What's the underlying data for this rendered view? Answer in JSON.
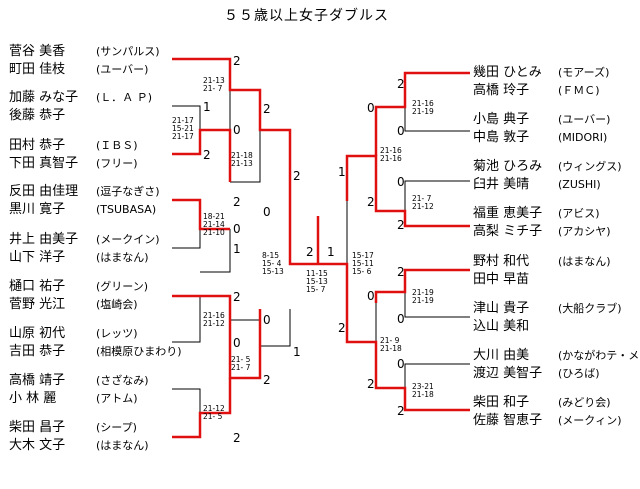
{
  "title": "５５歳以上女子ダブルス",
  "left_pairs": [
    {
      "p1": "菅谷 美香",
      "c1": "(サンパルス)",
      "p2": "町田 佳枝",
      "c2": "(ユーバー)"
    },
    {
      "p1": "加藤 みな子",
      "c1": "(Ｌ．Ａ Ｐ)",
      "p2": "後藤 恭子",
      "c2": ""
    },
    {
      "p1": "田村 恭子",
      "c1": "(ＩＢＳ)",
      "p2": "下田 真智子",
      "c2": "(フリー)"
    },
    {
      "p1": "反田 由佳理",
      "c1": "(逗子なぎさ)",
      "p2": "黒川 寛子",
      "c2": "(TSUBASA)"
    },
    {
      "p1": "井上 由美子",
      "c1": "(メークイン)",
      "p2": "山下 洋子",
      "c2": "(はまなん)"
    },
    {
      "p1": "樋口 祐子",
      "c1": "(グリーン)",
      "p2": "菅野 光江",
      "c2": "(塩崎会)"
    },
    {
      "p1": "山原 初代",
      "c1": "(レッツ)",
      "p2": "吉田 恭子",
      "c2": "(相模原ひまわり)"
    },
    {
      "p1": "高橋 靖子",
      "c1": "(さざなみ)",
      "p2": "小 林  麗",
      "c2": "(アトム)"
    },
    {
      "p1": "柴田 昌子",
      "c1": "(シープ)",
      "p2": "大木 文子",
      "c2": "(はまなん)"
    }
  ],
  "right_pairs": [
    {
      "p1": "幾田 ひとみ",
      "c1": "(モアーズ)",
      "p2": "高橋 玲子",
      "c2": "(ＦＭＣ)"
    },
    {
      "p1": "小島 典子",
      "c1": "(ユーバー)",
      "p2": "中島 敦子",
      "c2": "(MIDORI)"
    },
    {
      "p1": "菊池 ひろみ",
      "c1": "(ウィングス)",
      "p2": "臼井 美晴",
      "c2": "(ZUSHI)"
    },
    {
      "p1": "福重 恵美子",
      "c1": "(アビス)",
      "p2": "高梨 ミチ子",
      "c2": "(アカシヤ)"
    },
    {
      "p1": "野村 和代",
      "c1": "(はまなん)",
      "p2": "田中 早苗",
      "c2": ""
    },
    {
      "p1": "津山 貴子",
      "c1": "(大船クラブ)",
      "p2": "込山 美和",
      "c2": ""
    },
    {
      "p1": "大川 由美",
      "c1": "(かながわテ・メール)",
      "p2": "渡辺 美智子",
      "c2": "(ひろば)"
    },
    {
      "p1": "柴田 和子",
      "c1": "(みどり会)",
      "p2": "佐藤 智恵子",
      "c2": "(メークィン)"
    }
  ],
  "scores": {
    "l_r1a": "21-17\n15-21\n21-17",
    "l_r2a": "21-13\n21- 7",
    "l_r2b": "18-21\n21-14\n21-10",
    "l_r2c": "21-16\n21-12",
    "l_r2d": "21-12\n21- 5",
    "l_r3a": "21-18\n21-13",
    "l_r3b": "21- 5\n21- 7",
    "l_r4": "8-15\n15- 4\n15-13",
    "final": "11-15\n15-13\n15- 7",
    "r_r4": "15-17\n15-11\n15- 6",
    "r_r3a": "21-16\n21-16",
    "r_r3b": "21- 9\n21-18",
    "r_r2a": "21-16\n21-19",
    "r_r2b": "21- 7\n21-12",
    "r_r2c": "21-19\n21-19",
    "r_r2d": "23-21\n21-18"
  },
  "marks": {
    "l1": "2",
    "l2": "1",
    "l3": "0",
    "l4": "2",
    "l5": "2",
    "l6": "0",
    "l7": "2",
    "l8": "0",
    "l9": "1",
    "l10": "2",
    "l11": "0",
    "l12": "0",
    "l13": "2",
    "l14": "1",
    "l15": "2",
    "l16": "2",
    "l17": "2",
    "r1": "2",
    "r2": "0",
    "r3": "0",
    "r4": "1",
    "r5": "0",
    "r6": "2",
    "r7": "2",
    "r8": "2",
    "r9": "0",
    "r10": "0",
    "r11": "2",
    "r12": "2",
    "r13": "0",
    "r14": "2",
    "r15": "1"
  }
}
